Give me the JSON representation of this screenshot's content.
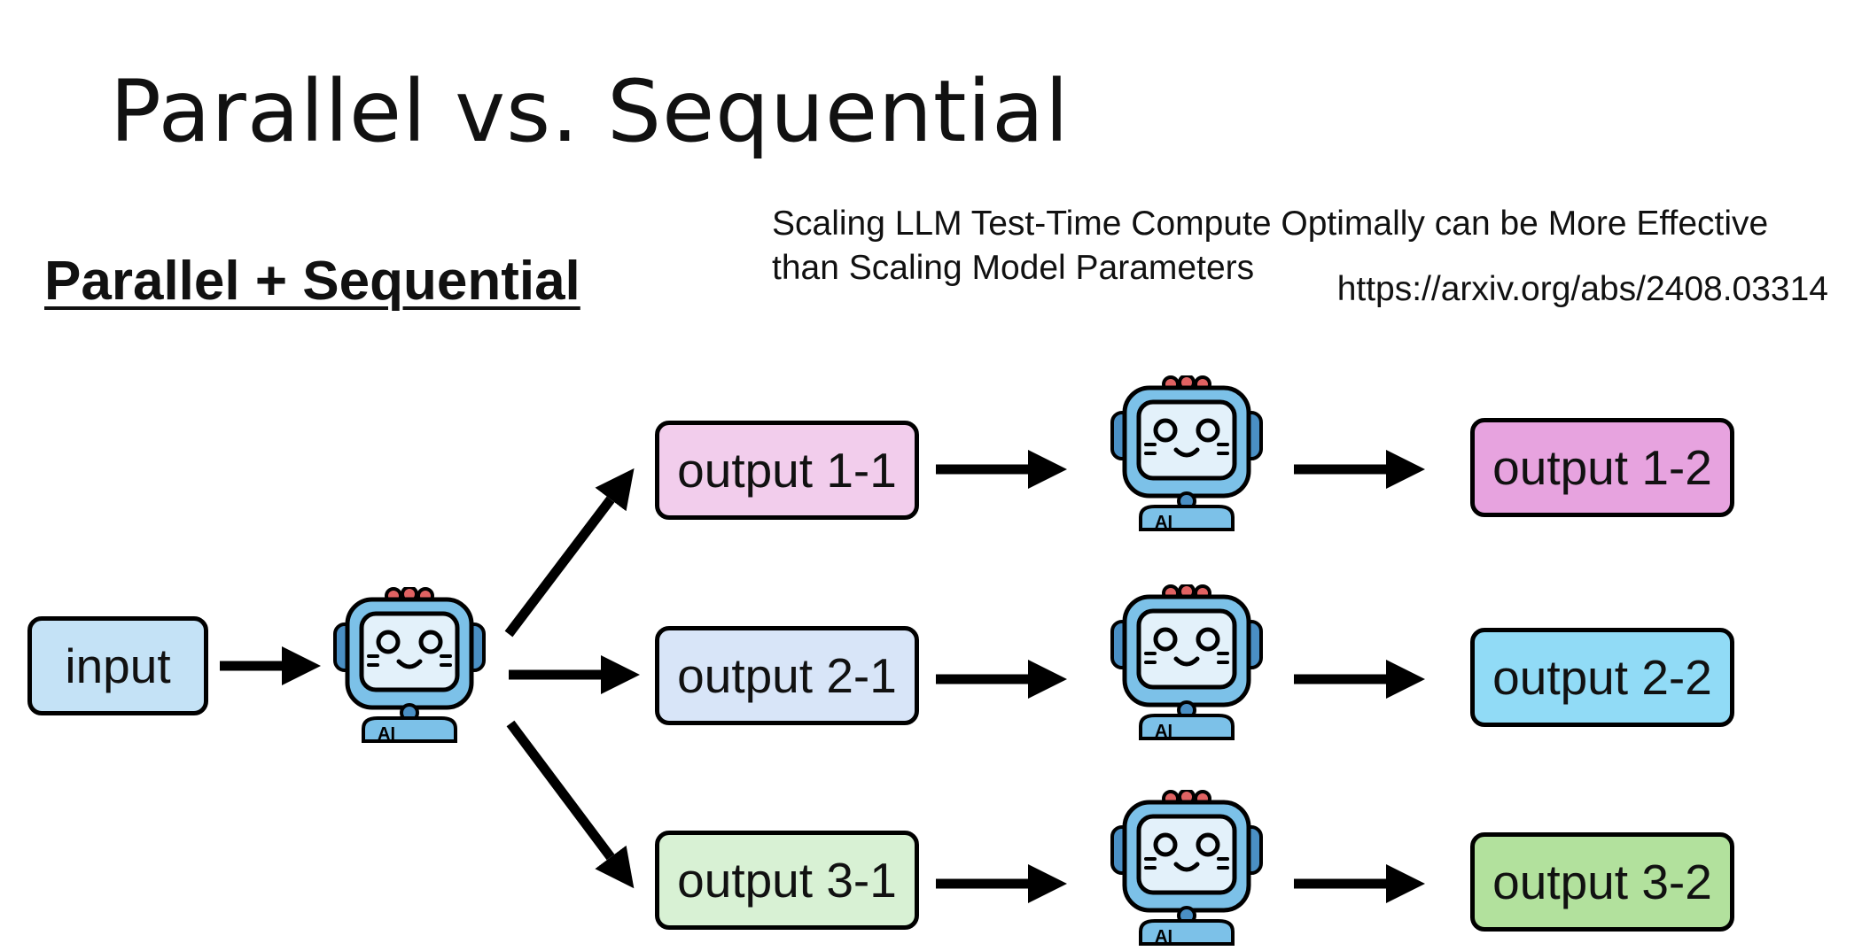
{
  "slide": {
    "title": "Parallel vs. Sequential",
    "section_heading": "Parallel + Sequential",
    "reference_title": "Scaling LLM Test-Time Compute Optimally can be More Effective than Scaling Model Parameters",
    "reference_url": "https://arxiv.org/abs/2408.03314"
  },
  "diagram": {
    "input_label": "input",
    "robot_badge": "AI",
    "outputs_first": [
      "output 1-1",
      "output 2-1",
      "output 3-1"
    ],
    "outputs_second": [
      "output 1-2",
      "output 2-2",
      "output 3-2"
    ]
  },
  "colors": {
    "input": "#c4e2f6",
    "output_1_1": "#f2cdec",
    "output_2_1": "#d8e5f8",
    "output_3_1": "#d8f1d4",
    "output_1_2": "#e7a3df",
    "output_2_2": "#91dbf6",
    "output_3_2": "#b2e19d",
    "robot_body": "#7cc1e8",
    "robot_screen": "#e3f1fa",
    "robot_lights": "#e06262"
  }
}
